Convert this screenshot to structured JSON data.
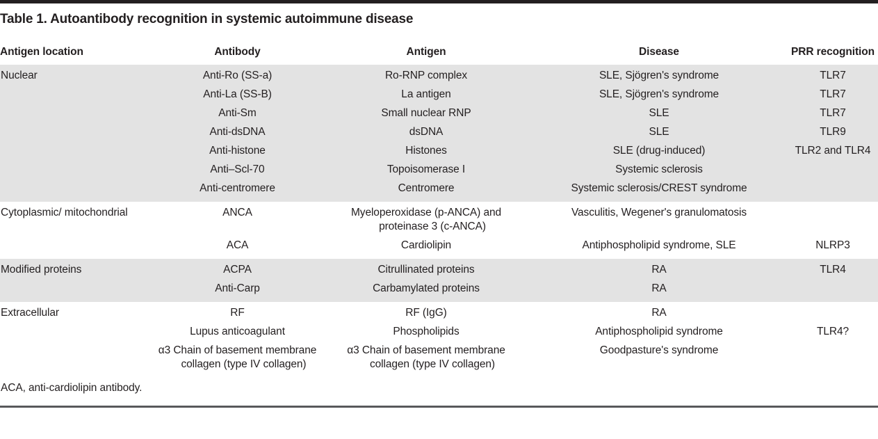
{
  "table": {
    "title": "Table 1. Autoantibody recognition in systemic autoimmune disease",
    "columns": [
      "Antigen location",
      "Antibody",
      "Antigen",
      "Disease",
      "PRR recognition"
    ],
    "rows": [
      {
        "location": "Nuclear",
        "antibody": "Anti-Ro (SS-a)",
        "antigen": "Ro-RNP complex",
        "disease": "SLE, Sjögren's syndrome",
        "prr": "TLR7",
        "shaded": true
      },
      {
        "location": "",
        "antibody": "Anti-La (SS-B)",
        "antigen": "La antigen",
        "disease": "SLE, Sjögren's syndrome",
        "prr": "TLR7",
        "shaded": true
      },
      {
        "location": "",
        "antibody": "Anti-Sm",
        "antigen": "Small nuclear RNP",
        "disease": "SLE",
        "prr": "TLR7",
        "shaded": true
      },
      {
        "location": "",
        "antibody": "Anti-dsDNA",
        "antigen": "dsDNA",
        "disease": "SLE",
        "prr": "TLR9",
        "shaded": true
      },
      {
        "location": "",
        "antibody": "Anti-histone",
        "antigen": "Histones",
        "disease": "SLE (drug-induced)",
        "prr": "TLR2 and TLR4",
        "shaded": true
      },
      {
        "location": "",
        "antibody": "Anti–Scl-70",
        "antigen": "Topoisomerase I",
        "disease": "Systemic sclerosis",
        "prr": "",
        "shaded": true
      },
      {
        "location": "",
        "antibody": "Anti-centromere",
        "antigen": "Centromere",
        "disease": "Systemic sclerosis/CREST syndrome",
        "prr": "",
        "shaded": true
      },
      {
        "location": "Cytoplasmic/ mitochondrial",
        "antibody": "ANCA",
        "antigen_line1": "Myeloperoxidase (p-ANCA) and",
        "antigen_line2": "proteinase 3 (c-ANCA)",
        "antigen": "Myeloperoxidase (p-ANCA) and proteinase 3 (c-ANCA)",
        "disease": "Vasculitis, Wegener's granulomatosis",
        "prr": "",
        "shaded": false
      },
      {
        "location": "",
        "antibody": "ACA",
        "antigen": "Cardiolipin",
        "disease": "Antiphospholipid syndrome, SLE",
        "prr": "NLRP3",
        "shaded": false
      },
      {
        "location": "Modified proteins",
        "antibody": "ACPA",
        "antigen": "Citrullinated proteins",
        "disease": "RA",
        "prr": "TLR4",
        "shaded": true
      },
      {
        "location": "",
        "antibody": "Anti-Carp",
        "antigen": "Carbamylated proteins",
        "disease": "RA",
        "prr": "",
        "shaded": true
      },
      {
        "location": "Extracellular",
        "antibody": "RF",
        "antigen": "RF (IgG)",
        "disease": "RA",
        "prr": "",
        "shaded": false
      },
      {
        "location": "",
        "antibody": "Lupus anticoagulant",
        "antigen": "Phospholipids",
        "disease": "Antiphospholipid syndrome",
        "prr": "TLR4?",
        "shaded": false
      },
      {
        "location": "",
        "antibody_line1": "α3 Chain of basement membrane",
        "antibody_line2": "collagen (type IV collagen)",
        "antibody": "α3 Chain of basement membrane collagen (type IV collagen)",
        "antigen_line1": "α3 Chain of basement membrane",
        "antigen_line2": "collagen (type IV collagen)",
        "antigen": "α3 Chain of basement membrane collagen (type IV collagen)",
        "disease": "Goodpasture's syndrome",
        "prr": "",
        "shaded": false
      }
    ],
    "footnote": "ACA, anti-cardiolipin antibody."
  },
  "colors": {
    "shaded_row": "#e3e3e3",
    "text": "#231f20",
    "rule_top": "#231f20",
    "rule_bottom": "#58595b"
  }
}
